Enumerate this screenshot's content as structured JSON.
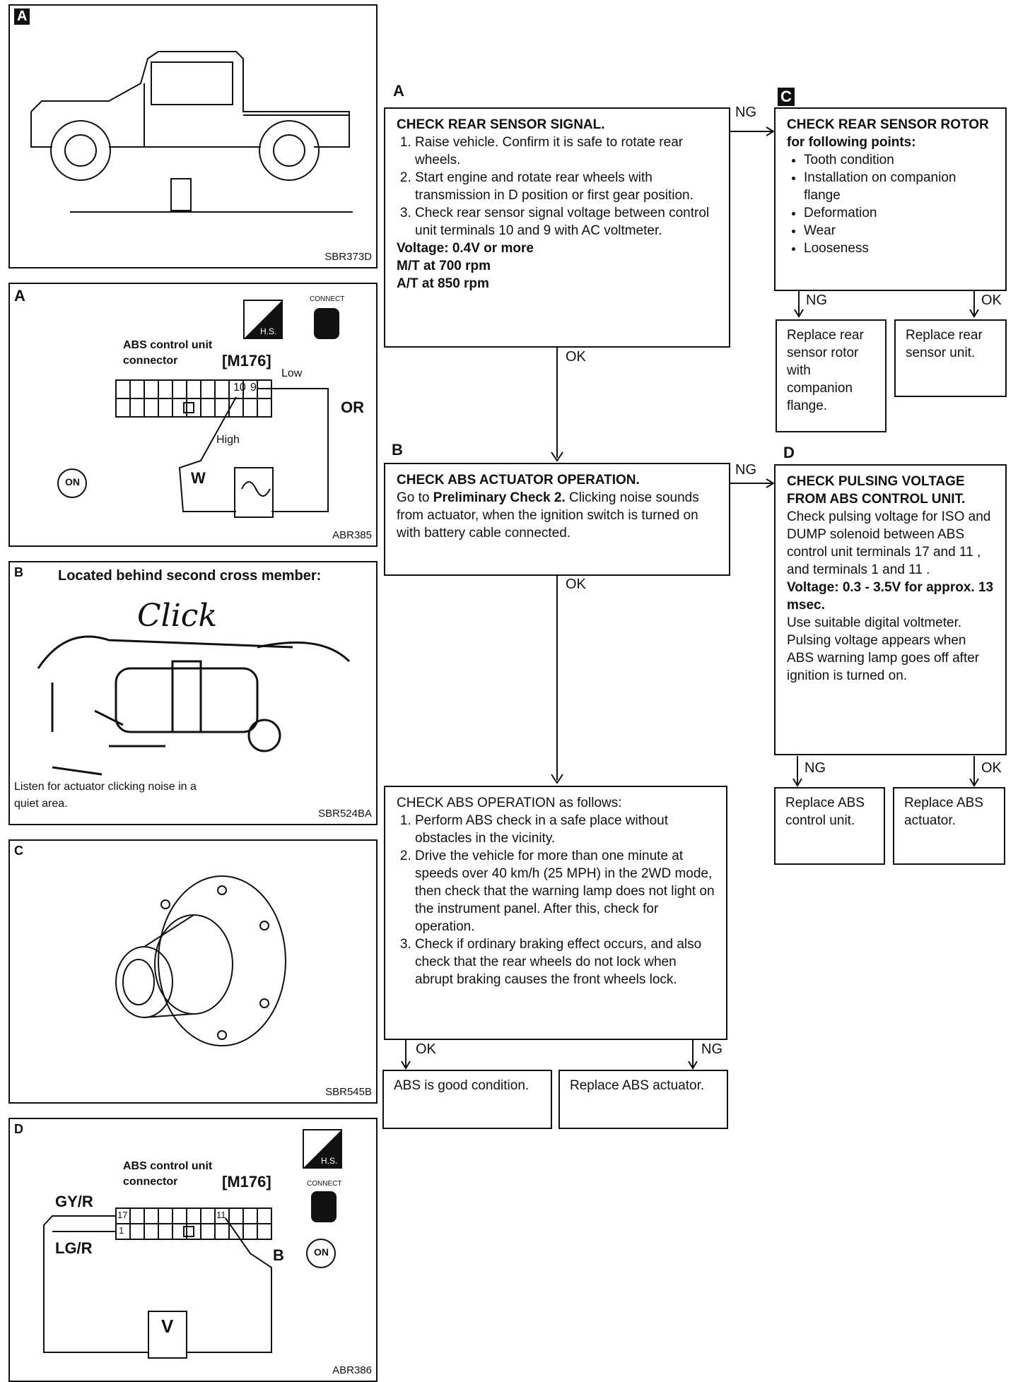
{
  "panels": {
    "a_truck": {
      "letter": "A",
      "code": "SBR373D"
    },
    "a_connector": {
      "letter": "A",
      "title": "ABS control unit connector",
      "connector": "[M176]",
      "hs": "H.S.",
      "connect": "CONNECT",
      "low": "Low",
      "high": "High",
      "or": "OR",
      "w": "W",
      "pin_10": "10",
      "pin_9": "9",
      "on": "ON",
      "code": "ABR385"
    },
    "b_actuator": {
      "letter": "B",
      "heading": "Located behind second cross member:",
      "click": "Click",
      "caption": "Listen for actuator clicking noise in a quiet area.",
      "code": "SBR524BA"
    },
    "c_rotor": {
      "letter": "C",
      "code": "SBR545B"
    },
    "d_connector": {
      "letter": "D",
      "title": "ABS control unit connector",
      "connector": "[M176]",
      "hs": "H.S.",
      "connect": "CONNECT",
      "gyr": "GY/R",
      "lgr": "LG/R",
      "b": "B",
      "v": "V",
      "pin_17": "17",
      "pin_1": "1",
      "pin_11": "11",
      "on": "ON",
      "code": "ABR386"
    }
  },
  "flow": {
    "A": {
      "letter": "A",
      "heading": "CHECK REAR SENSOR SIGNAL.",
      "steps": [
        "Raise vehicle. Confirm it is safe to rotate rear wheels.",
        "Start engine and rotate rear wheels with transmission in D position or first gear position.",
        "Check rear sensor signal voltage between control unit terminals 10 and 9 with AC voltmeter."
      ],
      "spec1": "Voltage: 0.4V or more",
      "spec2": "M/T at 700 rpm",
      "spec3": "A/T at 850 rpm"
    },
    "C": {
      "letter": "C",
      "heading": "CHECK REAR SENSOR ROTOR for following points:",
      "bullets": [
        "Tooth condition",
        "Installation on companion flange",
        "Deformation",
        "Wear",
        "Looseness"
      ]
    },
    "C_ng_result": "Replace rear sensor rotor with companion flange.",
    "C_ok_result": "Replace rear sensor unit.",
    "B": {
      "letter": "B",
      "heading": "CHECK ABS ACTUATOR OPERATION.",
      "text_pre": "Go to",
      "text_bold": "Preliminary Check 2.",
      "text_post": "Clicking noise sounds from actuator, when the ignition switch is turned on with battery cable connected."
    },
    "D": {
      "letter": "D",
      "heading": "CHECK PULSING VOLTAGE FROM ABS CONTROL UNIT.",
      "text1": "Check pulsing voltage for ISO and DUMP solenoid between ABS control unit terminals 17 and 11 , and terminals 1 and 11 .",
      "spec": "Voltage: 0.3 - 3.5V for approx. 13 msec.",
      "text2": "Use suitable digital voltmeter. Pulsing voltage appears when ABS warning lamp goes off after ignition is turned on."
    },
    "D_ng_result": "Replace ABS control unit.",
    "D_ok_result": "Replace ABS actuator.",
    "E": {
      "heading": "CHECK ABS OPERATION as follows:",
      "steps": [
        "Perform ABS check in a safe place without obstacles in the vicinity.",
        "Drive the vehicle for more than one minute at speeds over 40 km/h (25 MPH) in the 2WD mode, then check that the warning lamp does not light on the instrument panel. After this, check for operation.",
        "Check if ordinary braking effect occurs, and also check that the rear wheels do not lock when abrupt braking causes the front wheels lock."
      ]
    },
    "E_ok_result": "ABS is good condition.",
    "E_ng_result": "Replace ABS actuator.",
    "labels": {
      "ok": "OK",
      "ng": "NG"
    }
  }
}
